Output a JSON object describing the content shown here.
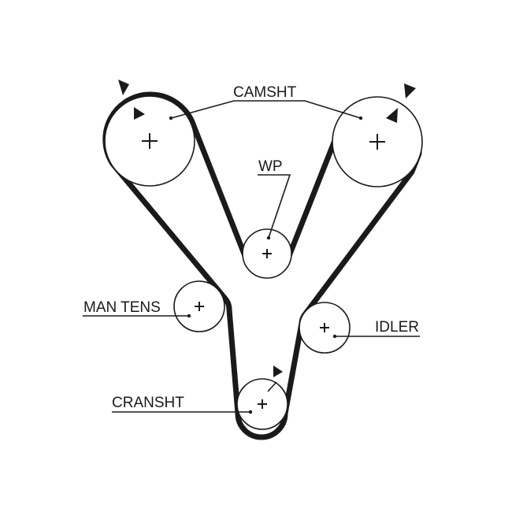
{
  "labels": {
    "camsht": "CAMSHT",
    "wp": "WP",
    "man_tens": "MAN TENS",
    "idler": "IDLER",
    "cransht": "CRANSHT"
  },
  "colors": {
    "line": "#1a1a1a",
    "background": "#ffffff"
  }
}
